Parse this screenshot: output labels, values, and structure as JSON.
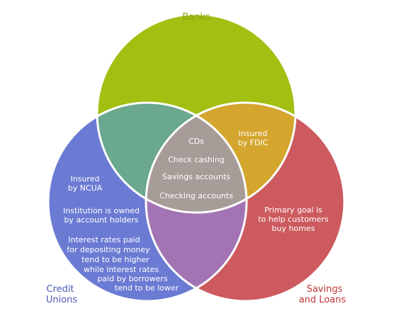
{
  "sets": {
    "banks": {
      "label": "Banks",
      "color": "#a3bf12",
      "label_color": "#8aa80e"
    },
    "credit_unions": {
      "label_line1": "Credit",
      "label_line2": "Unions",
      "color": "#6b7bd3",
      "label_color": "#4b58b4"
    },
    "savings_loans": {
      "label_line1": "Savings",
      "label_line2": "and Loans",
      "color": "#cc5a5e",
      "label_color": "#c0343a"
    }
  },
  "overlap_colors": {
    "banks_credit": "#6aa88f",
    "banks_savings": "#d4a62e",
    "credit_savings": "#a374b4",
    "all": "#a89c98"
  },
  "regions": {
    "center": {
      "items": [
        "CDs",
        "Check cashing",
        "Savings accounts",
        "Checking accounts"
      ]
    },
    "banks_savings": {
      "line1": "Insured",
      "line2": "by FDIC"
    },
    "credit_unions_only": {
      "insured_line1": "Insured",
      "insured_line2": "by NCUA",
      "owned_line1": "Institution is owned",
      "owned_line2": "by account holders",
      "rates_lines": [
        "Interest rates paid",
        "for depositing money",
        "tend to be higher",
        "while interest rates",
        "paid by borrowers",
        "tend to be lower"
      ]
    },
    "savings_only": {
      "lines": [
        "Primary goal is",
        "to help customers",
        "buy homes"
      ]
    }
  }
}
